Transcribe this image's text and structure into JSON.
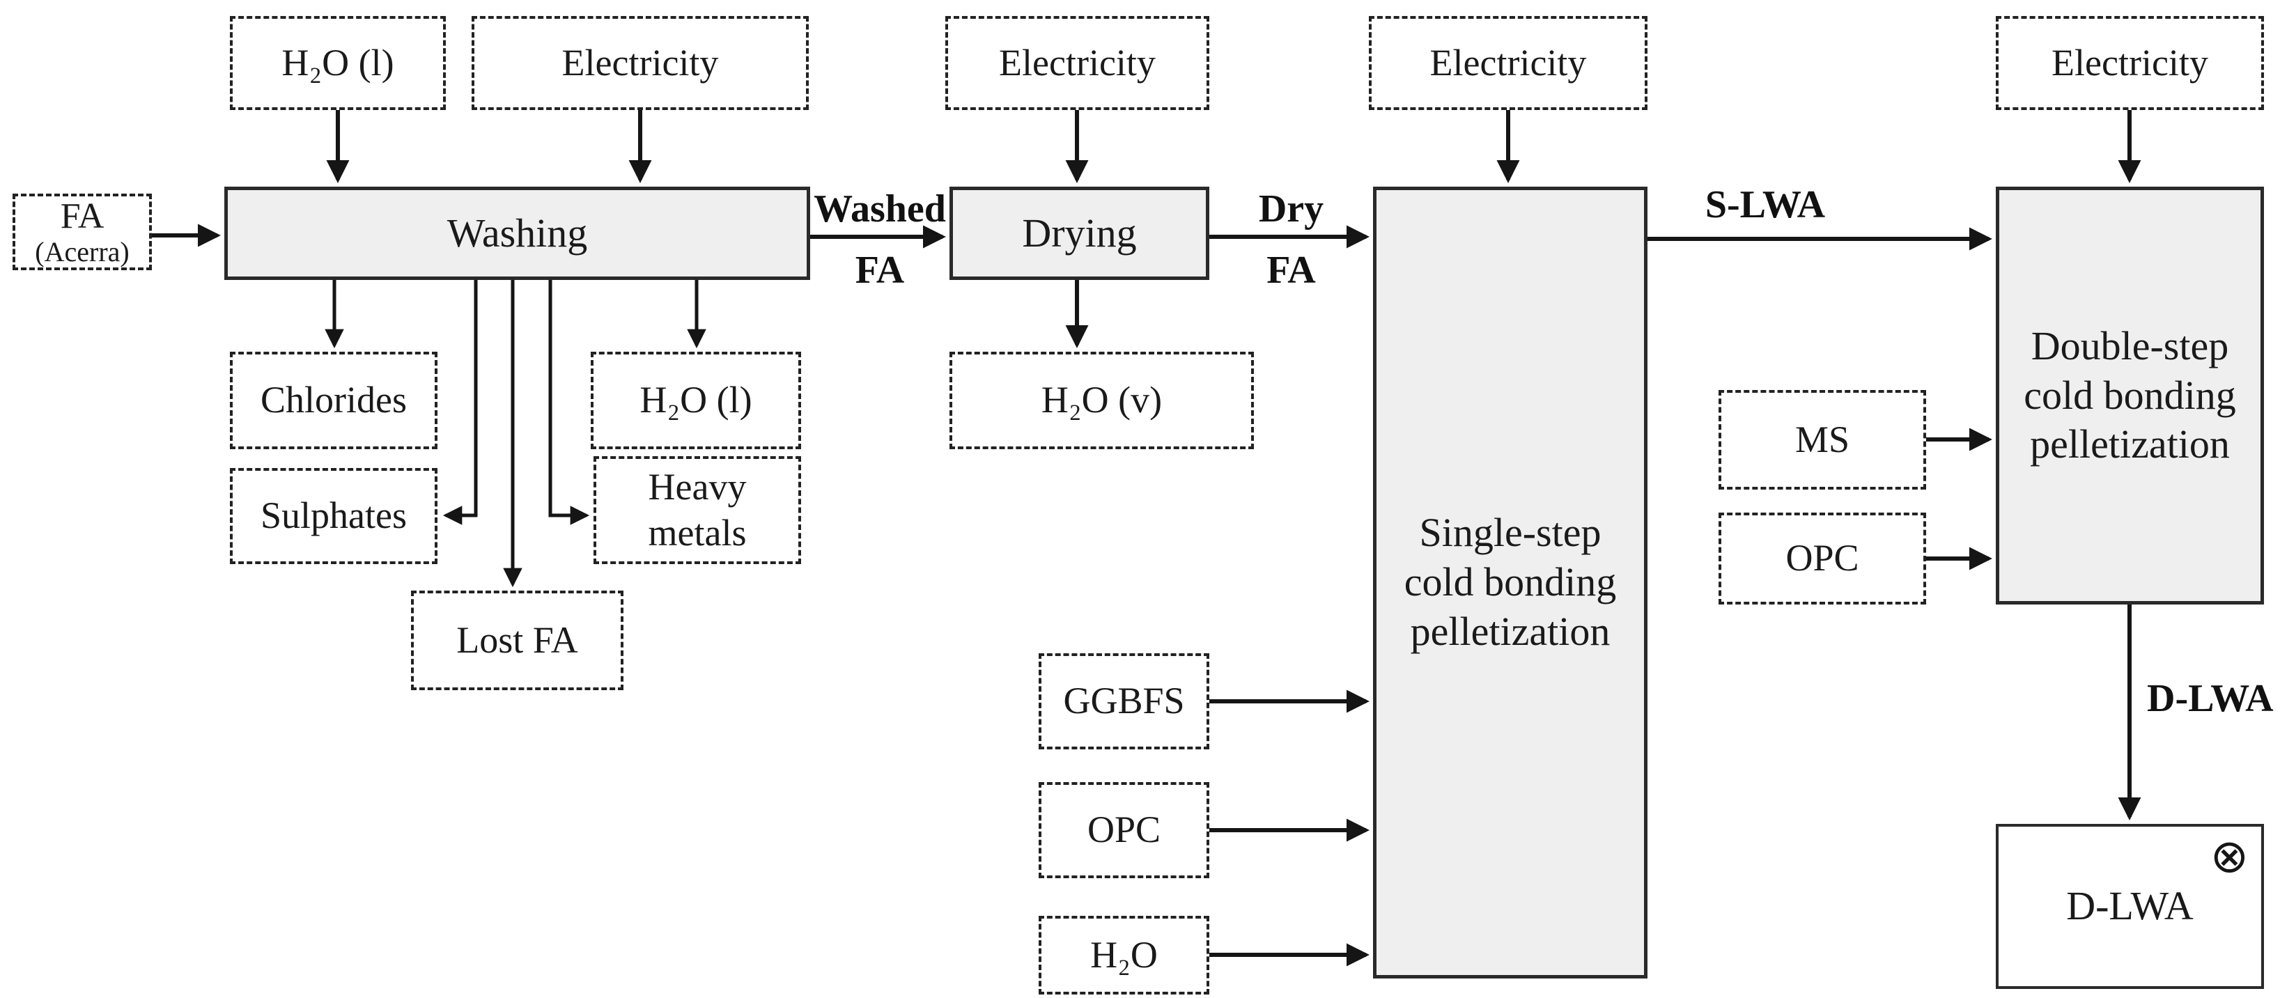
{
  "colors": {
    "background": "#ffffff",
    "process_fill": "#efefef",
    "io_fill": "#ffffff",
    "border": "#2a2a2a",
    "arrow": "#151515",
    "text": "#1a1a1a"
  },
  "nodes": {
    "fa_source": {
      "line1": "FA",
      "line2": "(Acerra)"
    },
    "h2o_l_input": {
      "label": "H₂O (l)"
    },
    "electricity_washing": {
      "label": "Electricity"
    },
    "washing": {
      "label": "Washing"
    },
    "chlorides": {
      "label": "Chlorides"
    },
    "sulphates": {
      "label": "Sulphates"
    },
    "h2o_l_output": {
      "label": "H₂O (l)"
    },
    "heavy_metals": {
      "label": "Heavy metals"
    },
    "lost_fa": {
      "label": "Lost FA"
    },
    "electricity_drying": {
      "label": "Electricity"
    },
    "drying": {
      "label": "Drying"
    },
    "h2o_v_output": {
      "label": "H₂O (v)"
    },
    "electricity_single_step": {
      "label": "Electricity"
    },
    "single_step": {
      "label": "Single-step cold bonding pelletization"
    },
    "ggbfs": {
      "label": "GGBFS"
    },
    "opc_single_step": {
      "label": "OPC"
    },
    "h2o_single_step": {
      "label": "H₂O"
    },
    "electricity_double_step": {
      "label": "Electricity"
    },
    "double_step": {
      "label": "Double-step cold bonding pelletization"
    },
    "ms": {
      "label": "MS"
    },
    "opc_double_step": {
      "label": "OPC"
    },
    "d_lwa_product": {
      "label": "D-LWA",
      "icon": "⊗"
    }
  },
  "flow_labels": {
    "washed_fa": {
      "line1": "Washed",
      "line2": "FA"
    },
    "dry_fa": {
      "line1": "Dry",
      "line2": "FA"
    },
    "s_lwa": "S-LWA",
    "d_lwa": "D-LWA"
  }
}
